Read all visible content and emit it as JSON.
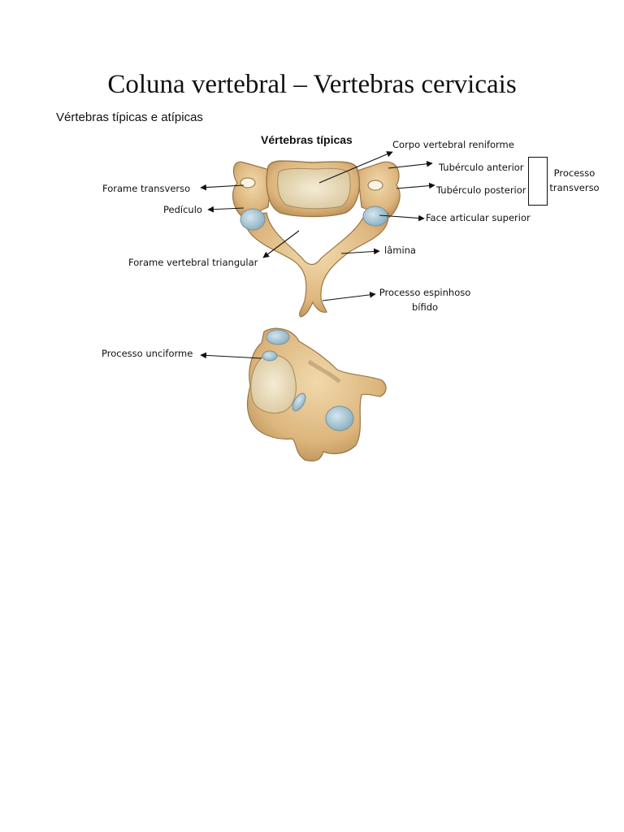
{
  "header": {
    "title": "Coluna vertebral – Vertebras cervicais",
    "subtitle": "Vértebras típicas e atípicas"
  },
  "figure_typical": {
    "heading": "Vértebras típicas",
    "labels": {
      "corpo": "Corpo vertebral reniforme",
      "tuberculo_anterior": "Tubérculo anterior",
      "tuberculo_posterior": "Tubérculo posterior",
      "processo_transverso_1": "Processo",
      "processo_transverso_2": "transverso",
      "forame_transverso": "Forame transverso",
      "pediculo": "Pedículo",
      "face_articular": "Face articular superior",
      "lamina": "lâmina",
      "forame_vertebral": "Forame vertebral triangular",
      "espinhoso_1": "Processo espinhoso",
      "espinhoso_2": "bífido"
    }
  },
  "figure_atypical": {
    "labels": {
      "unciforme": "Processo unciforme"
    }
  },
  "colors": {
    "bone": "#e8c690",
    "bone_dark": "#b8905a",
    "cartilage": "#a9c8d8",
    "body_surface": "#efe4c8"
  }
}
